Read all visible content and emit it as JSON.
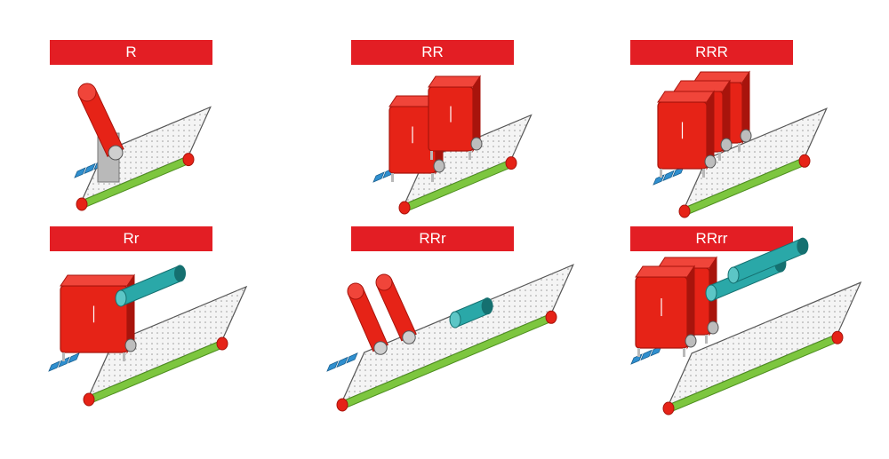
{
  "colors": {
    "label_bg": "#e31e24",
    "roller_red": "#e62317",
    "roller_red_dark": "#a8140c",
    "roller_teal": "#2aa8a8",
    "roller_teal_dark": "#157070",
    "belt_green": "#7dc63f",
    "belt_green_dark": "#4e8f1f",
    "belt_surface": "#f4f4f4",
    "belt_outline": "#555555",
    "frame_grey": "#b9b9b9",
    "tray_blue": "#2f8fcf"
  },
  "panels": [
    {
      "id": "r",
      "label": "R",
      "icons": [
        "belt-conveyor-icon",
        "red-roller-icon",
        "blue-tray-icon"
      ]
    },
    {
      "id": "rr",
      "label": "RR",
      "icons": [
        "belt-conveyor-icon",
        "red-roller-icon",
        "blue-tray-icon"
      ]
    },
    {
      "id": "rrr",
      "label": "RRR",
      "icons": [
        "belt-conveyor-icon",
        "red-roller-icon",
        "blue-tray-icon"
      ]
    },
    {
      "id": "rr2",
      "label": "Rr",
      "icons": [
        "belt-conveyor-icon",
        "red-roller-icon",
        "teal-roller-icon",
        "blue-tray-icon"
      ]
    },
    {
      "id": "rrr2",
      "label": "RRr",
      "icons": [
        "belt-conveyor-icon",
        "red-roller-icon",
        "teal-roller-icon",
        "blue-tray-icon"
      ]
    },
    {
      "id": "rrrr",
      "label": "RRrr",
      "icons": [
        "belt-conveyor-icon",
        "red-roller-icon",
        "teal-roller-icon",
        "blue-tray-icon"
      ]
    }
  ]
}
